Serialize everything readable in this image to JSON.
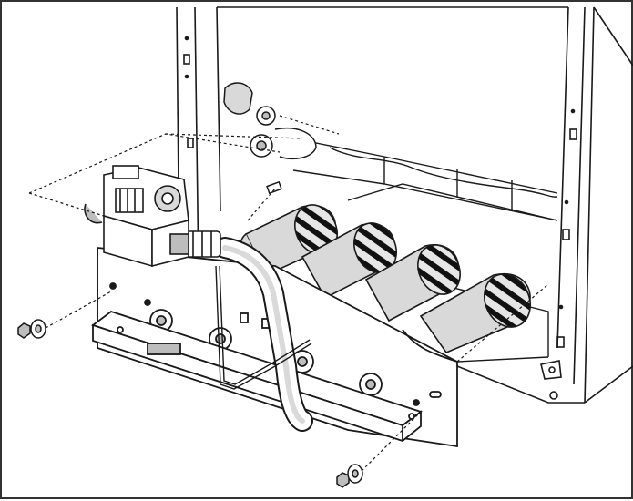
{
  "diagram": {
    "colors": {
      "line": "#1a1a1a",
      "tube_fill": "#d9d9d9",
      "tube_stripe": "#111111",
      "shade": "#bdbdbd",
      "background": "#ffffff"
    },
    "parts": [
      "appliance-cabinet",
      "combustion-chamber",
      "gas-valve",
      "gas-supply-pipe",
      "pilot-tube",
      "burner-manifold-plate",
      "burner-tube-1",
      "burner-tube-2",
      "burner-tube-3",
      "burner-tube-4",
      "mounting-bracket",
      "mounting-nut-left",
      "mounting-washer-left",
      "mounting-nut-right",
      "mounting-washer-right"
    ]
  }
}
